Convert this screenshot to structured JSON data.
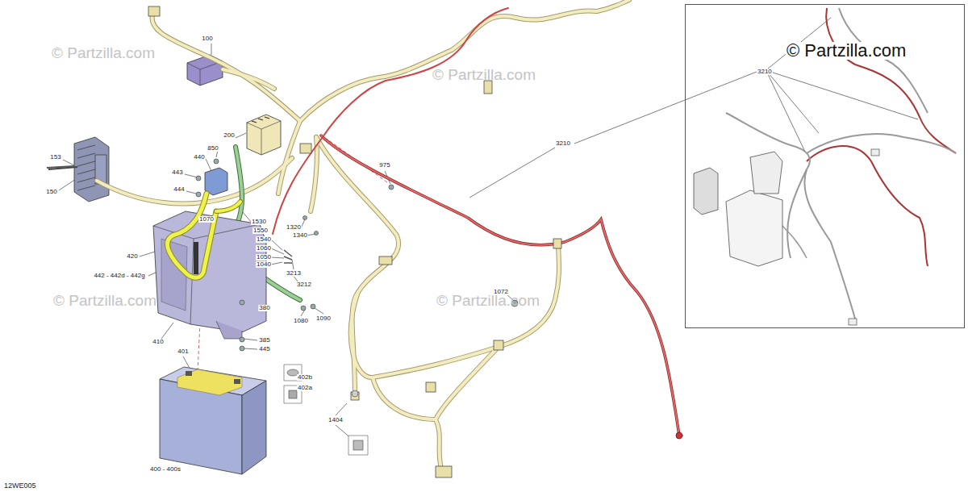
{
  "diagram": {
    "nodes": [
      {
        "text": [
          "© Partzilla.com",
          "3210"
        ]
      }
    ],
    "labels": [
      "© Partzilla.com",
      "© Partzilla.com",
      "© Partzilla.com",
      "© Partzilla.com",
      "100",
      "200",
      "850",
      "440",
      "153",
      "443",
      "975",
      "3210",
      "444",
      "150",
      "1070",
      "1530",
      "1320",
      "1550",
      "1340",
      "1540",
      "1060",
      "420",
      "1050",
      "1040",
      "3213",
      "442 - 442d - 442g",
      "3212",
      "1072",
      "380",
      "1090",
      "1080",
      "385",
      "410",
      "445",
      "401",
      "402b",
      "402a",
      "1404",
      "400 - 400s",
      "12WE005"
    ]
  }
}
